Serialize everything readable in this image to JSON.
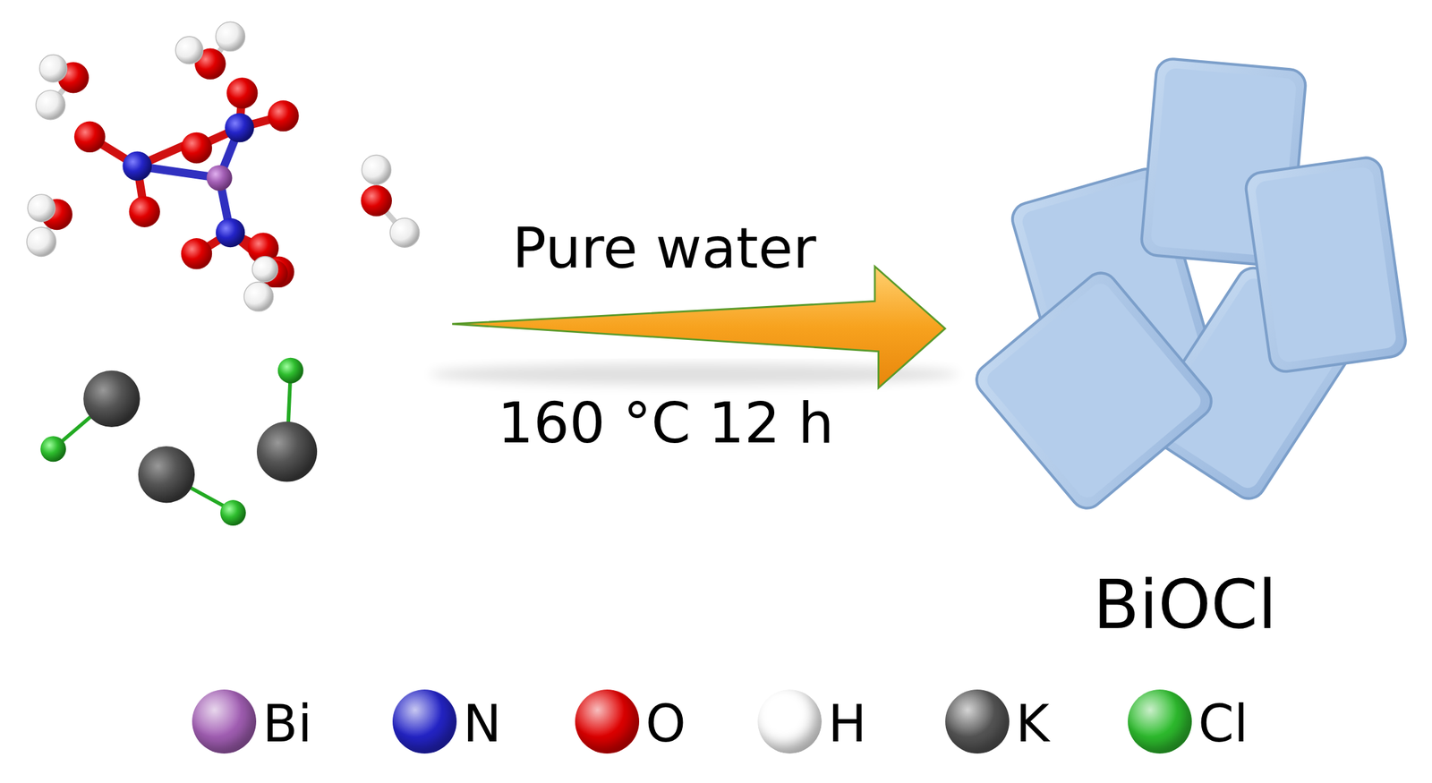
{
  "diagram": {
    "labels": [
      "Pure water",
      "160 °C 12 h",
      "BiOCl"
    ],
    "legend": [
      {
        "text": "Bi",
        "color": "#a35fb5"
      },
      {
        "text": "N",
        "color": "#2424c8"
      },
      {
        "text": "O",
        "color": "#e00000"
      },
      {
        "text": "H",
        "color": "#ffffff"
      },
      {
        "text": "K",
        "color": "#555555"
      },
      {
        "text": "Cl",
        "color": "#2ebd2e"
      }
    ]
  }
}
